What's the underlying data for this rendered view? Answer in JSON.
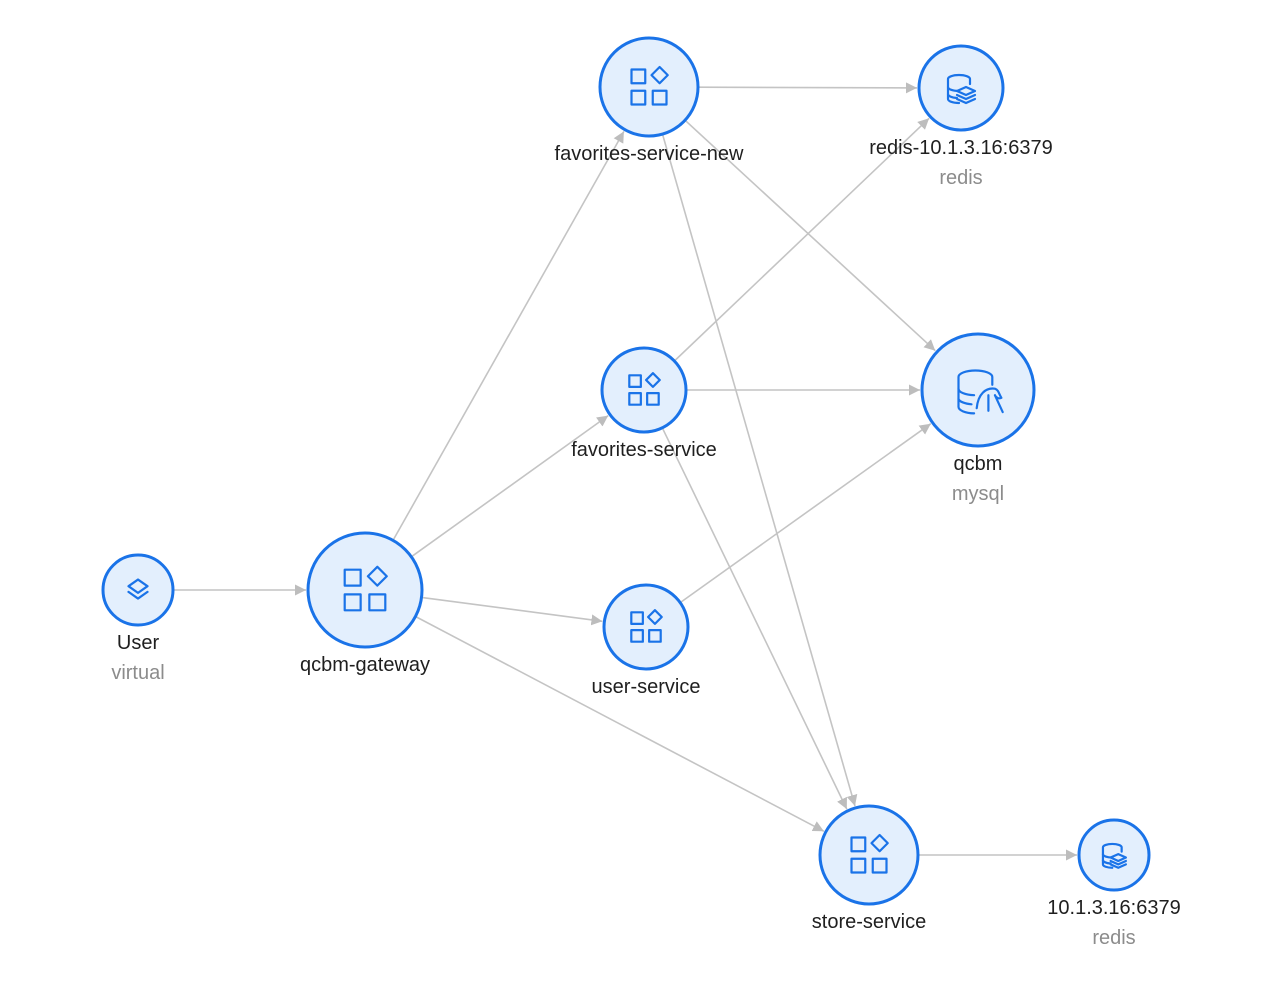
{
  "colors": {
    "node_fill": "#e3effd",
    "node_stroke": "#1a73e8",
    "edge": "#c4c4c4",
    "label": "#1f1f1f",
    "sublabel": "#8c8c8c"
  },
  "nodes": [
    {
      "id": "user",
      "label": "User",
      "sublabel": "virtual",
      "icon": "layers-icon"
    },
    {
      "id": "qcbm-gateway",
      "label": "qcbm-gateway",
      "sublabel": "",
      "icon": "app-grid-icon"
    },
    {
      "id": "favorites-service-new",
      "label": "favorites-service-new",
      "sublabel": "",
      "icon": "app-grid-icon"
    },
    {
      "id": "favorites-service",
      "label": "favorites-service",
      "sublabel": "",
      "icon": "app-grid-icon"
    },
    {
      "id": "user-service",
      "label": "user-service",
      "sublabel": "",
      "icon": "app-grid-icon"
    },
    {
      "id": "store-service",
      "label": "store-service",
      "sublabel": "",
      "icon": "app-grid-icon"
    },
    {
      "id": "redis-main",
      "label": "redis-10.1.3.16:6379",
      "sublabel": "redis",
      "icon": "redis-db-icon"
    },
    {
      "id": "qcbm-db",
      "label": "qcbm",
      "sublabel": "mysql",
      "icon": "mysql-db-icon"
    },
    {
      "id": "redis-store",
      "label": "10.1.3.16:6379",
      "sublabel": "redis",
      "icon": "redis-db-icon"
    }
  ],
  "edges": [
    {
      "from": "user",
      "to": "qcbm-gateway"
    },
    {
      "from": "qcbm-gateway",
      "to": "favorites-service-new"
    },
    {
      "from": "qcbm-gateway",
      "to": "favorites-service"
    },
    {
      "from": "qcbm-gateway",
      "to": "user-service"
    },
    {
      "from": "qcbm-gateway",
      "to": "store-service"
    },
    {
      "from": "favorites-service-new",
      "to": "redis-main"
    },
    {
      "from": "favorites-service-new",
      "to": "qcbm-db"
    },
    {
      "from": "favorites-service-new",
      "to": "store-service"
    },
    {
      "from": "favorites-service",
      "to": "redis-main"
    },
    {
      "from": "favorites-service",
      "to": "qcbm-db"
    },
    {
      "from": "favorites-service",
      "to": "store-service"
    },
    {
      "from": "user-service",
      "to": "qcbm-db"
    },
    {
      "from": "store-service",
      "to": "redis-store"
    }
  ]
}
